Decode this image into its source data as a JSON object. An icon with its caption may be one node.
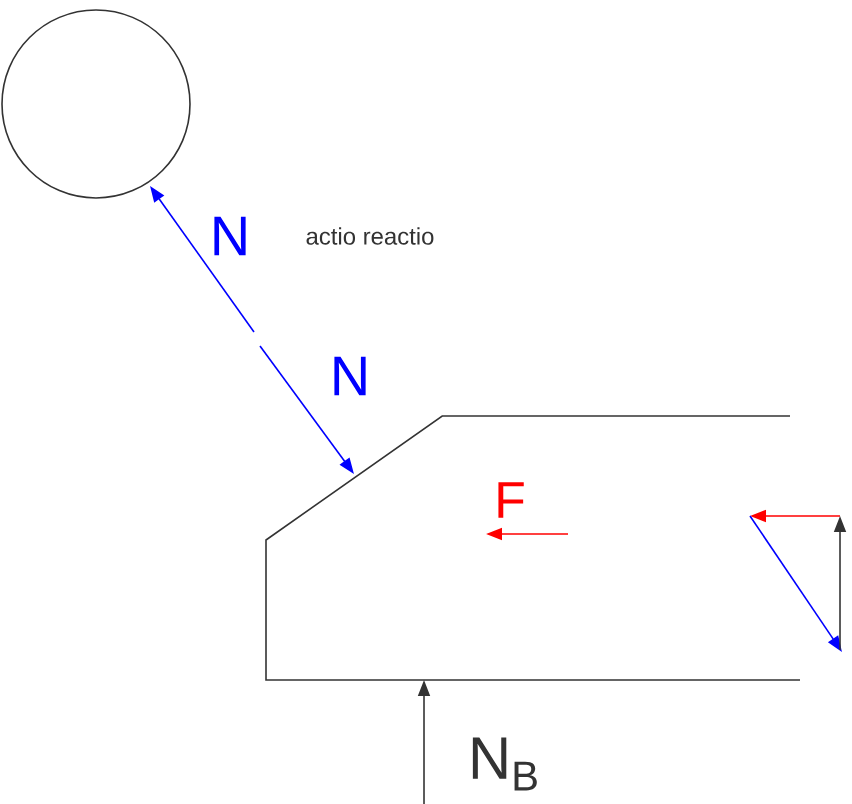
{
  "diagram": {
    "nodes": [
      {
        "text": [],
        "shape": "circle"
      },
      {
        "text": [],
        "shape": "block"
      }
    ],
    "labels": [
      "N",
      "actio reactio",
      "N",
      "F",
      "N$_{B}$"
    ]
  }
}
